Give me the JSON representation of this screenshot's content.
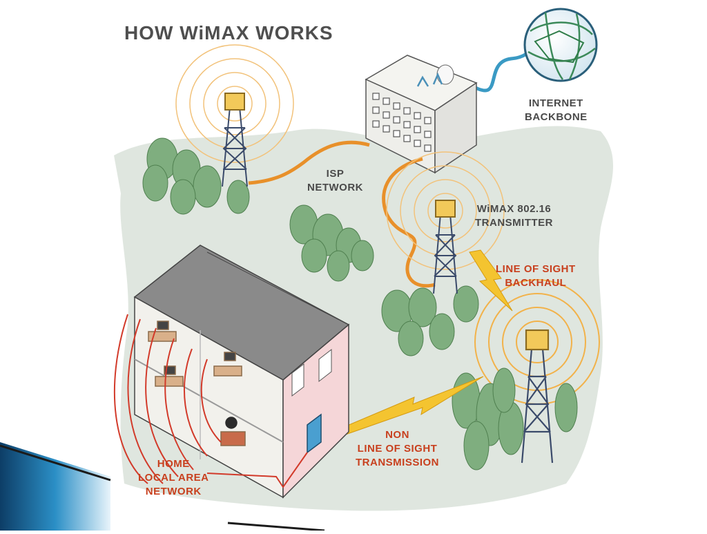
{
  "title": "HOW WiMAX WORKS",
  "labels": {
    "internet_backbone": [
      "INTERNET",
      "BACKBONE"
    ],
    "isp_network": [
      "ISP",
      "NETWORK"
    ],
    "transmitter": [
      "WiMAX 802.16",
      "TRANSMITTER"
    ],
    "los_backhaul": [
      "LINE OF SIGHT",
      "BACKHAUL"
    ],
    "nlos": [
      "NON",
      "LINE OF SIGHT",
      "TRANSMISSION"
    ],
    "home_lan": [
      "HOME",
      "LOCAL AREA",
      "NETWORK"
    ]
  },
  "colors": {
    "ground": "#dfe6df",
    "cable_orange": "#e8902a",
    "cable_blue": "#3a9ac4",
    "wave_orange": "#f2b24a",
    "lan_red": "#d23a2a",
    "lightning": "#f4c430",
    "house_wall": "#f5d6d8",
    "roof": "#7d7d7d",
    "tree": "#7fae7f",
    "tower": "#3a4a6a"
  }
}
